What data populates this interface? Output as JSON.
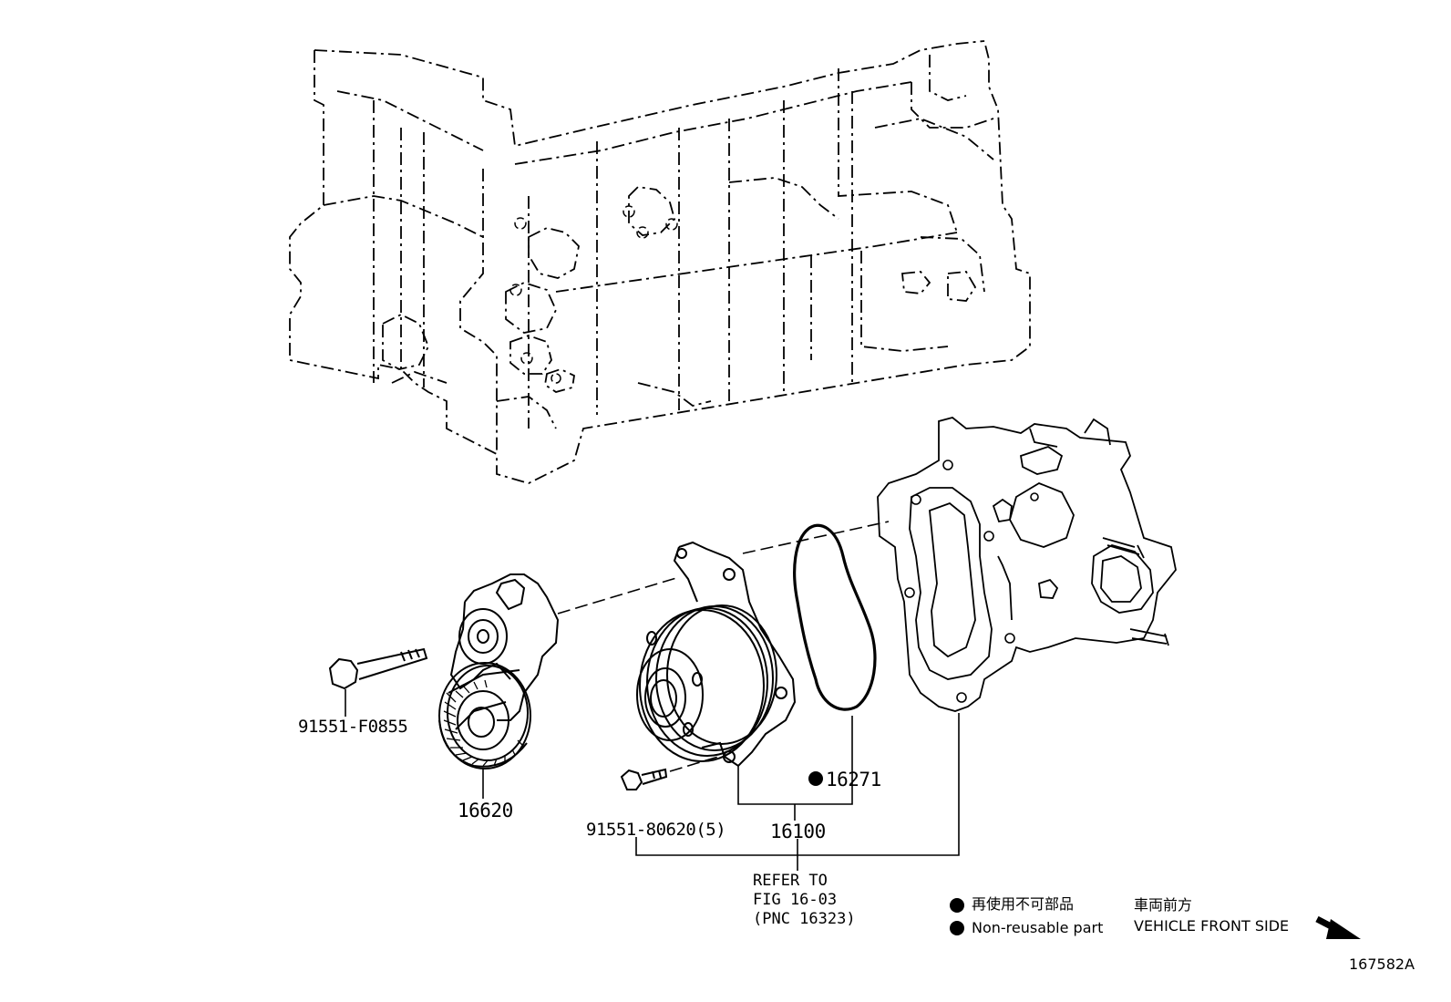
{
  "parts": {
    "bolt_tensioner": "91551-F0855",
    "tensioner": "16620",
    "bolt_pump": "91551-80620(5)",
    "water_pump": "16100",
    "gasket": "16271"
  },
  "refer": {
    "line1": "REFER TO",
    "line2": "FIG 16-03",
    "line3": "(PNC 16323)"
  },
  "legend": {
    "non_reusable_jp": "再使用不可部品",
    "non_reusable_en": "Non-reusable part",
    "front_jp": "車両前方",
    "front_en": "VEHICLE FRONT SIDE"
  },
  "figure_id": "167582A",
  "icons": [
    "non-reusable-bullet-icon",
    "front-direction-arrow-icon"
  ]
}
